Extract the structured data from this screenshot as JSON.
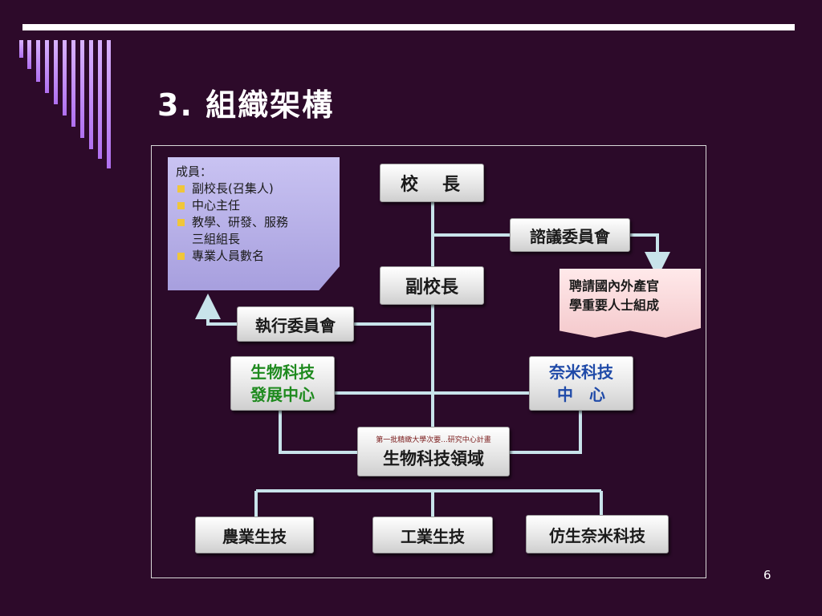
{
  "slide": {
    "title": "3. 組織架構",
    "page_number": "6"
  },
  "members_note": {
    "heading": "成員：",
    "items": [
      "副校長(召集人)",
      "中心主任",
      "教學、研發、服務",
      "專業人員數名"
    ],
    "item3_continuation": "三組組長"
  },
  "boxes": {
    "principal": "校　長",
    "advisory": "諮議委員會",
    "vice_principal": "副校長",
    "executive": "執行委員會",
    "biotech_center": [
      "生物科技",
      "發展中心"
    ],
    "nano_center": [
      "奈米科技",
      "中　心"
    ],
    "domain_small": "第一批精緻大學次要...研究中心計畫",
    "domain": "生物科技領域",
    "agri": "農業生技",
    "industrial": "工業生技",
    "bionano": "仿生奈米科技"
  },
  "consult_note": [
    "聘請國內外產官",
    "學重要人士組成"
  ],
  "colors": {
    "background": "#2d0a2a",
    "connector": "#c8e3ea",
    "green_text": "#1e8a1e",
    "blue_text": "#1f4aa8"
  }
}
